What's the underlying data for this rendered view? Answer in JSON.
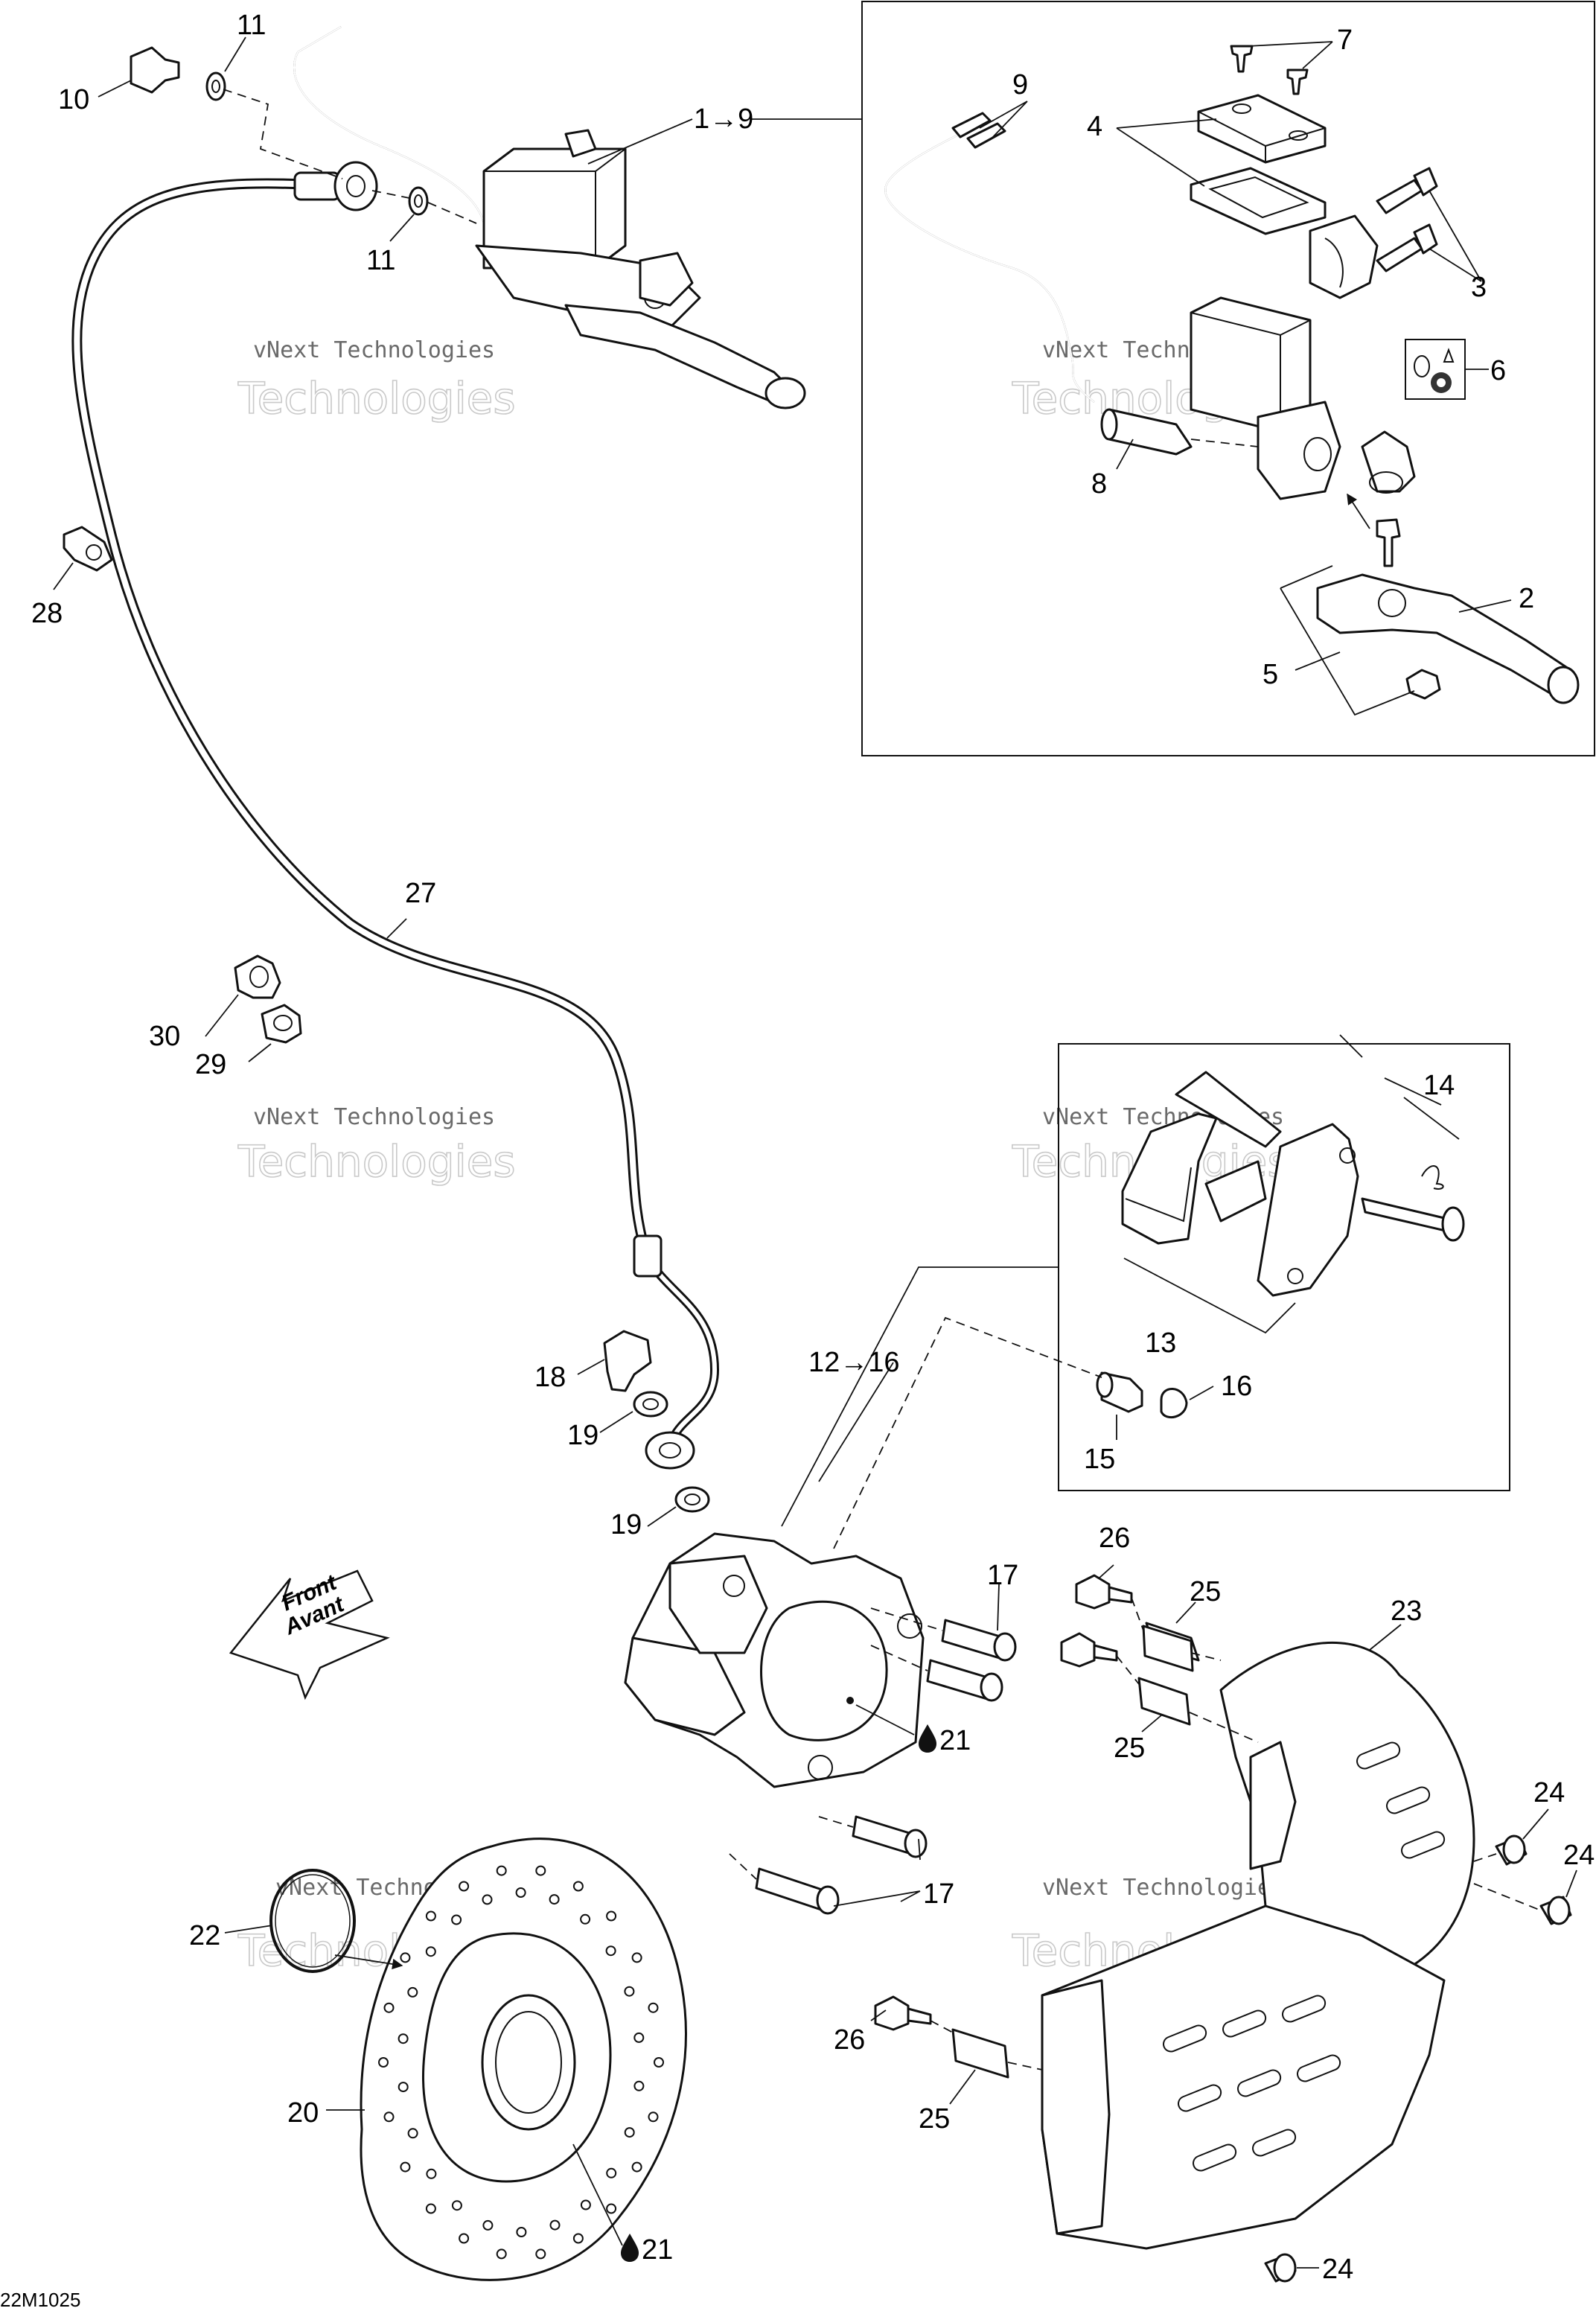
{
  "diagram": {
    "type": "exploded-parts-diagram",
    "drawing_code": "22M1025",
    "direction_arrow": {
      "line1": "Front",
      "line2": "Avant"
    },
    "watermark": {
      "line1": "vNext Technologies",
      "line2": "Technologies"
    },
    "callouts": [
      {
        "id": "c11a",
        "label": "11"
      },
      {
        "id": "c10",
        "label": "10"
      },
      {
        "id": "c11b",
        "label": "11"
      },
      {
        "id": "c1to9",
        "label": "1→9"
      },
      {
        "id": "c28",
        "label": "28"
      },
      {
        "id": "c9",
        "label": "9"
      },
      {
        "id": "c7",
        "label": "7"
      },
      {
        "id": "c4",
        "label": "4"
      },
      {
        "id": "c3",
        "label": "3"
      },
      {
        "id": "c6",
        "label": "6"
      },
      {
        "id": "c8",
        "label": "8"
      },
      {
        "id": "c2",
        "label": "2"
      },
      {
        "id": "c5",
        "label": "5"
      },
      {
        "id": "c27",
        "label": "27"
      },
      {
        "id": "c30",
        "label": "30"
      },
      {
        "id": "c29",
        "label": "29"
      },
      {
        "id": "c14",
        "label": "14"
      },
      {
        "id": "c13",
        "label": "13"
      },
      {
        "id": "c12to16",
        "label": "12→16"
      },
      {
        "id": "c16",
        "label": "16"
      },
      {
        "id": "c15",
        "label": "15"
      },
      {
        "id": "c18",
        "label": "18"
      },
      {
        "id": "c19a",
        "label": "19"
      },
      {
        "id": "c19b",
        "label": "19"
      },
      {
        "id": "c17a",
        "label": "17"
      },
      {
        "id": "c17b",
        "label": "17"
      },
      {
        "id": "c21a",
        "label": "21"
      },
      {
        "id": "c21b",
        "label": "21"
      },
      {
        "id": "c26a",
        "label": "26"
      },
      {
        "id": "c26b",
        "label": "26"
      },
      {
        "id": "c25a",
        "label": "25"
      },
      {
        "id": "c25b",
        "label": "25"
      },
      {
        "id": "c25c",
        "label": "25"
      },
      {
        "id": "c23",
        "label": "23"
      },
      {
        "id": "c24a",
        "label": "24"
      },
      {
        "id": "c24b",
        "label": "24"
      },
      {
        "id": "c24c",
        "label": "24"
      },
      {
        "id": "c22",
        "label": "22"
      },
      {
        "id": "c20",
        "label": "20"
      }
    ]
  }
}
